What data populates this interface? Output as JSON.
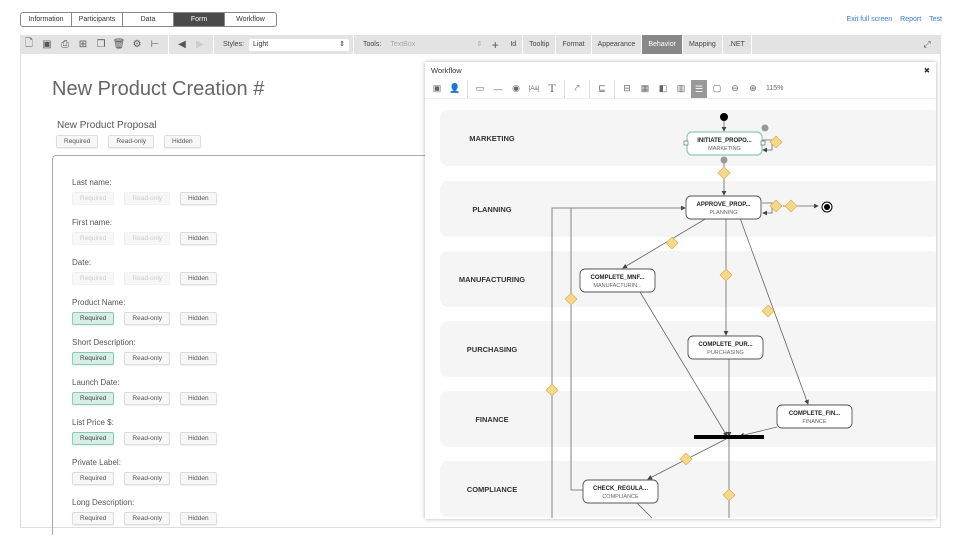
{
  "tabs": [
    {
      "label": "Information"
    },
    {
      "label": "Participants"
    },
    {
      "label": "Data"
    },
    {
      "label": "Form",
      "active": true
    },
    {
      "label": "Workflow"
    }
  ],
  "top_links": [
    "Exit full screen",
    "Report",
    "Test"
  ],
  "toolbar": {
    "icons": [
      "new-file-icon",
      "save-icon",
      "print-icon",
      "add-section-icon",
      "window-icon",
      "delete-icon",
      "settings-icon",
      "tree-icon",
      "undo-icon",
      "redo-icon"
    ],
    "styles_label": "Styles:",
    "styles_value": "Light",
    "tools_label": "Tools:",
    "tools_value": "TextBox",
    "prop_tabs": [
      {
        "label": "Id"
      },
      {
        "label": "Tooltip"
      },
      {
        "label": "Format"
      },
      {
        "label": "Appearance"
      },
      {
        "label": "Behavior",
        "active": true
      },
      {
        "label": "Mapping"
      },
      {
        "label": ".NET"
      }
    ]
  },
  "form": {
    "title": "New Product Creation #",
    "section_title": "New Product Proposal",
    "button_labels": {
      "required": "Required",
      "readonly": "Read-only",
      "hidden": "Hidden"
    },
    "fields": [
      {
        "label": "Last name:",
        "state": "disabled"
      },
      {
        "label": "First name:",
        "state": "disabled"
      },
      {
        "label": "Date:",
        "state": "disabled"
      },
      {
        "label": "Product Name:",
        "state": "required"
      },
      {
        "label": "Short Description:",
        "state": "required"
      },
      {
        "label": "Launch Date:",
        "state": "required"
      },
      {
        "label": "List Price $:",
        "state": "required"
      },
      {
        "label": "Private Label:",
        "state": "none"
      },
      {
        "label": "Long Description:",
        "state": "none"
      }
    ]
  },
  "workflow": {
    "title": "Workflow",
    "zoom": "115%",
    "lanes": [
      "MARKETING",
      "PLANNING",
      "MANUFACTURING",
      "PURCHASING",
      "FINANCE",
      "COMPLIANCE"
    ],
    "nodes": [
      {
        "name": "INITIATE_PROPO...",
        "lane": "MARKETING",
        "selected": true
      },
      {
        "name": "APPROVE_PROP...",
        "lane": "PLANNING"
      },
      {
        "name": "COMPLETE_MNF...",
        "lane": "MANUFACTURIN..."
      },
      {
        "name": "COMPLETE_PUR...",
        "lane": "PURCHASING"
      },
      {
        "name": "COMPLETE_FIN...",
        "lane": "FINANCE"
      },
      {
        "name": "CHECK_REGULA...",
        "lane": "COMPLIANCE"
      }
    ]
  },
  "colors": {
    "accent_green": "#8ccbb3",
    "diamond": "#f7d78a",
    "active_tab": "#4a4a4a"
  }
}
